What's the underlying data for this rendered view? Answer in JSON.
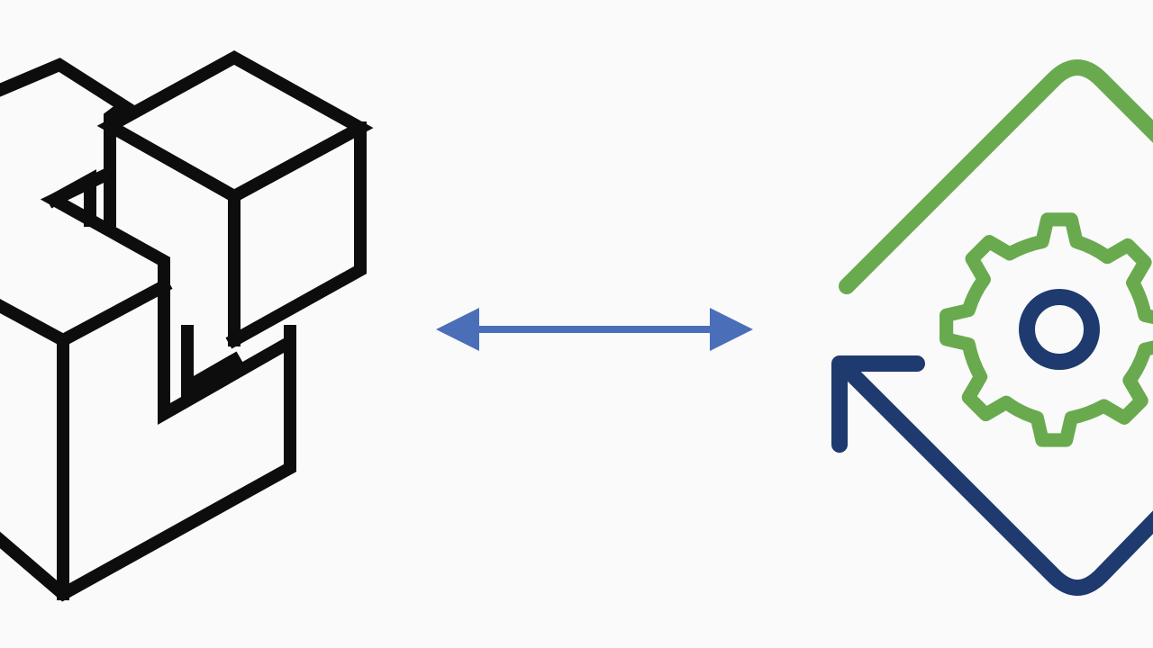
{
  "diagram": {
    "left_logo": {
      "icon": "stacked-cubes-logo",
      "stroke_color": "#0d0d0d"
    },
    "connector": {
      "icon": "double-headed-arrow",
      "direction": "bidirectional",
      "color": "#4a6fb8"
    },
    "right_logo": {
      "icon": "continuous-deployment-gear-logo",
      "primary_color": "#6aaa4f",
      "secondary_color": "#1f3a6e"
    }
  }
}
